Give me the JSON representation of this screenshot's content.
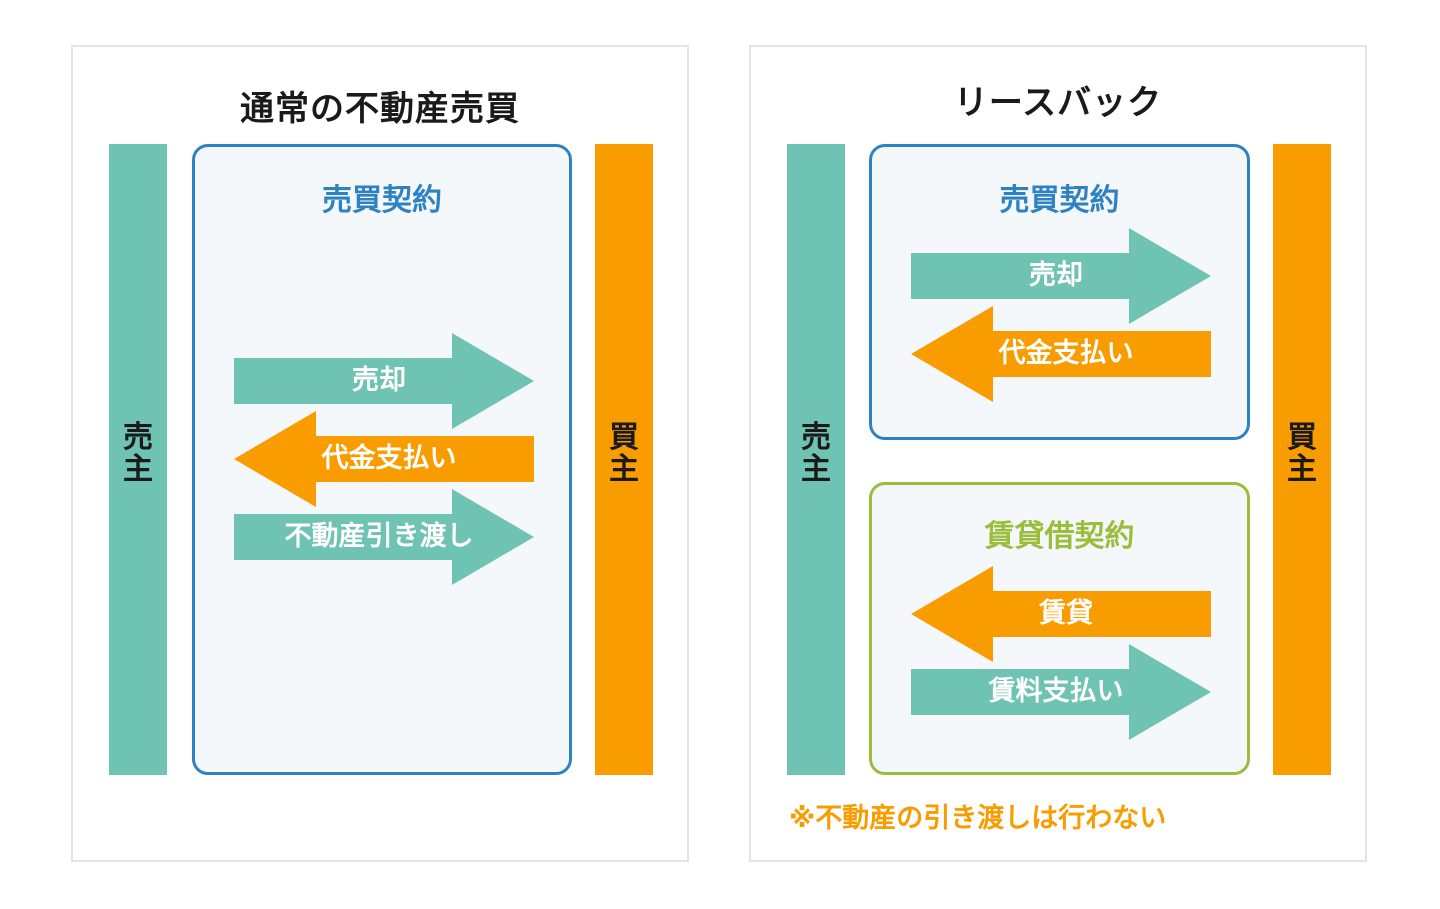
{
  "left_panel": {
    "title": "通常の不動産売買",
    "seller_label": "売\n主",
    "buyer_label": "買\n主",
    "contract": {
      "title": "売買契約",
      "arrows": [
        {
          "label": "売却",
          "direction": "right",
          "color": "#6fc3b2"
        },
        {
          "label": "代金支払い",
          "direction": "left",
          "color": "#f99c00"
        },
        {
          "label": "不動産引き渡し",
          "direction": "right",
          "color": "#6fc3b2"
        }
      ]
    }
  },
  "right_panel": {
    "title": "リースバック",
    "seller_label": "売\n主",
    "buyer_label": "買\n主",
    "sale_contract": {
      "title": "売買契約",
      "arrows": [
        {
          "label": "売却",
          "direction": "right",
          "color": "#6fc3b2"
        },
        {
          "label": "代金支払い",
          "direction": "left",
          "color": "#f99c00"
        }
      ]
    },
    "lease_contract": {
      "title": "賃貸借契約",
      "arrows": [
        {
          "label": "賃貸",
          "direction": "left",
          "color": "#f99c00"
        },
        {
          "label": "賃料支払い",
          "direction": "right",
          "color": "#6fc3b2"
        }
      ]
    },
    "note": "※不動産の引き渡しは行わない"
  },
  "colors": {
    "seller": "#6fc3b2",
    "buyer": "#f99c00",
    "sale_contract_border": "#2f82c2",
    "lease_contract_border": "#9bbd3c",
    "contract_background": "#f4f8fb"
  }
}
